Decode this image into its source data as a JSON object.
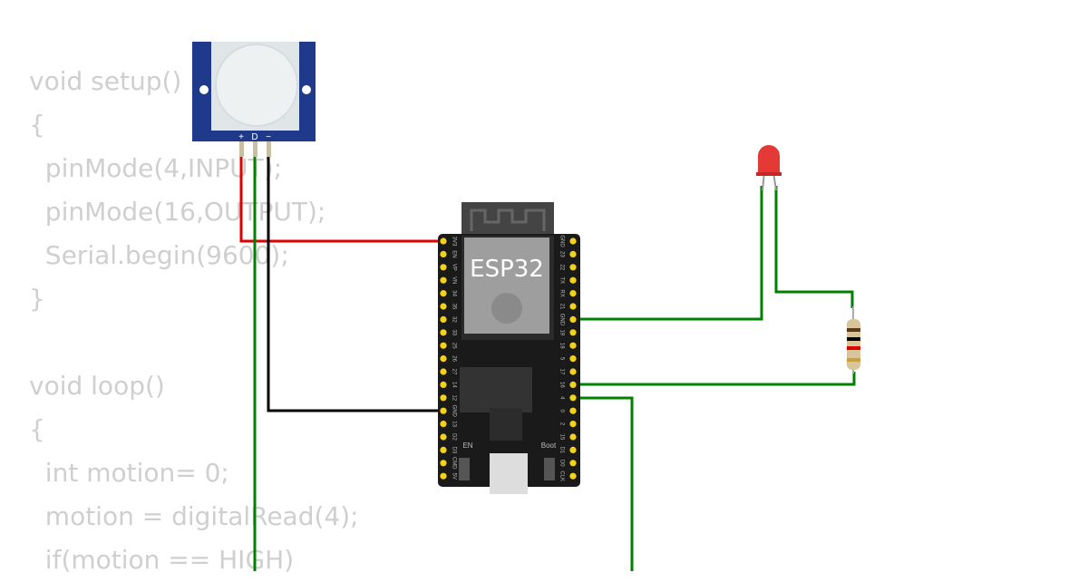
{
  "code_lines": [
    "void setup()",
    "{",
    "  pinMode(4,INPUT);",
    "  pinMode(16,OUTPUT);",
    "  Serial.begin(9600);",
    "}",
    "",
    "void loop()",
    "{",
    "  int motion= 0;",
    "  motion = digitalRead(4);",
    "  if(motion == HIGH)"
  ],
  "pir": {
    "pin_plus": "+",
    "pin_d": "D",
    "pin_minus": "−",
    "color": "#1f3a8a"
  },
  "esp32": {
    "label": "ESP32",
    "left_pins": [
      "3V3",
      "EN",
      "VP",
      "VN",
      "34",
      "35",
      "32",
      "33",
      "25",
      "26",
      "27",
      "14",
      "12",
      "GND",
      "13",
      "D2",
      "D3",
      "CMD",
      "5V"
    ],
    "right_pins": [
      "GND",
      "23",
      "22",
      "TX",
      "RX",
      "21",
      "GND",
      "19",
      "18",
      "5",
      "17",
      "16",
      "4",
      "0",
      "2",
      "15",
      "D1",
      "D0",
      "CLK"
    ],
    "en_label": "EN",
    "boot_label": "Boot"
  },
  "led": {
    "color": "#e53935"
  },
  "wire_colors": {
    "power": "#e00000",
    "ground": "#000000",
    "signal": "#008000"
  }
}
